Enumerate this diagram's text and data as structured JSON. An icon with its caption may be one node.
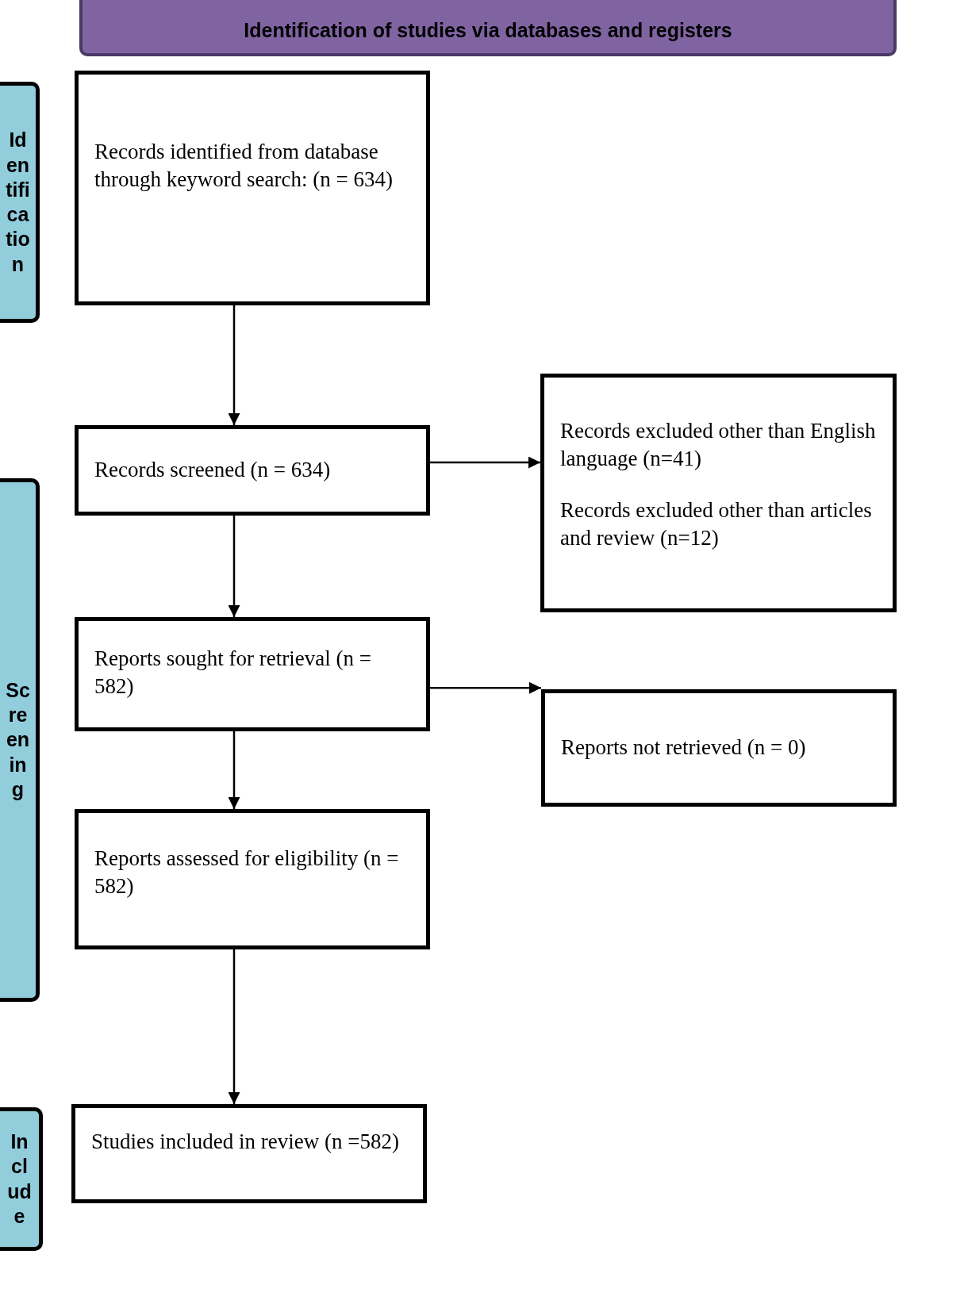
{
  "diagram": {
    "nodes": [
      {
        "text": [
          "Identification of studies via databases and registers"
        ]
      },
      {
        "text": [
          "Identification"
        ]
      },
      {
        "text": [
          "Records identified from database through keyword search: (n = 634)"
        ]
      },
      {
        "text": [
          "Records screened (n = 634)"
        ]
      },
      {
        "text": [
          "Records excluded other than English language (n=41)",
          "Records excluded other than articles and review (n=12)"
        ]
      },
      {
        "text": [
          "Screening"
        ]
      },
      {
        "text": [
          "Reports sought for retrieval (n = 582)"
        ]
      },
      {
        "text": [
          "Reports not retrieved (n = 0)"
        ]
      },
      {
        "text": [
          "Reports assessed for eligibility (n = 582)"
        ]
      },
      {
        "text": [
          "Include"
        ]
      },
      {
        "text": [
          "Studies included in review (n =582)"
        ]
      }
    ],
    "edges": [
      {
        "from": 2,
        "to": 3,
        "arrow": "to"
      },
      {
        "from": 3,
        "to": 4,
        "arrow": "to"
      },
      {
        "from": 3,
        "to": 6,
        "arrow": "to"
      },
      {
        "from": 6,
        "to": 7,
        "arrow": "to"
      },
      {
        "from": 6,
        "to": 8,
        "arrow": "to"
      },
      {
        "from": 8,
        "to": 10,
        "arrow": "to"
      }
    ]
  }
}
